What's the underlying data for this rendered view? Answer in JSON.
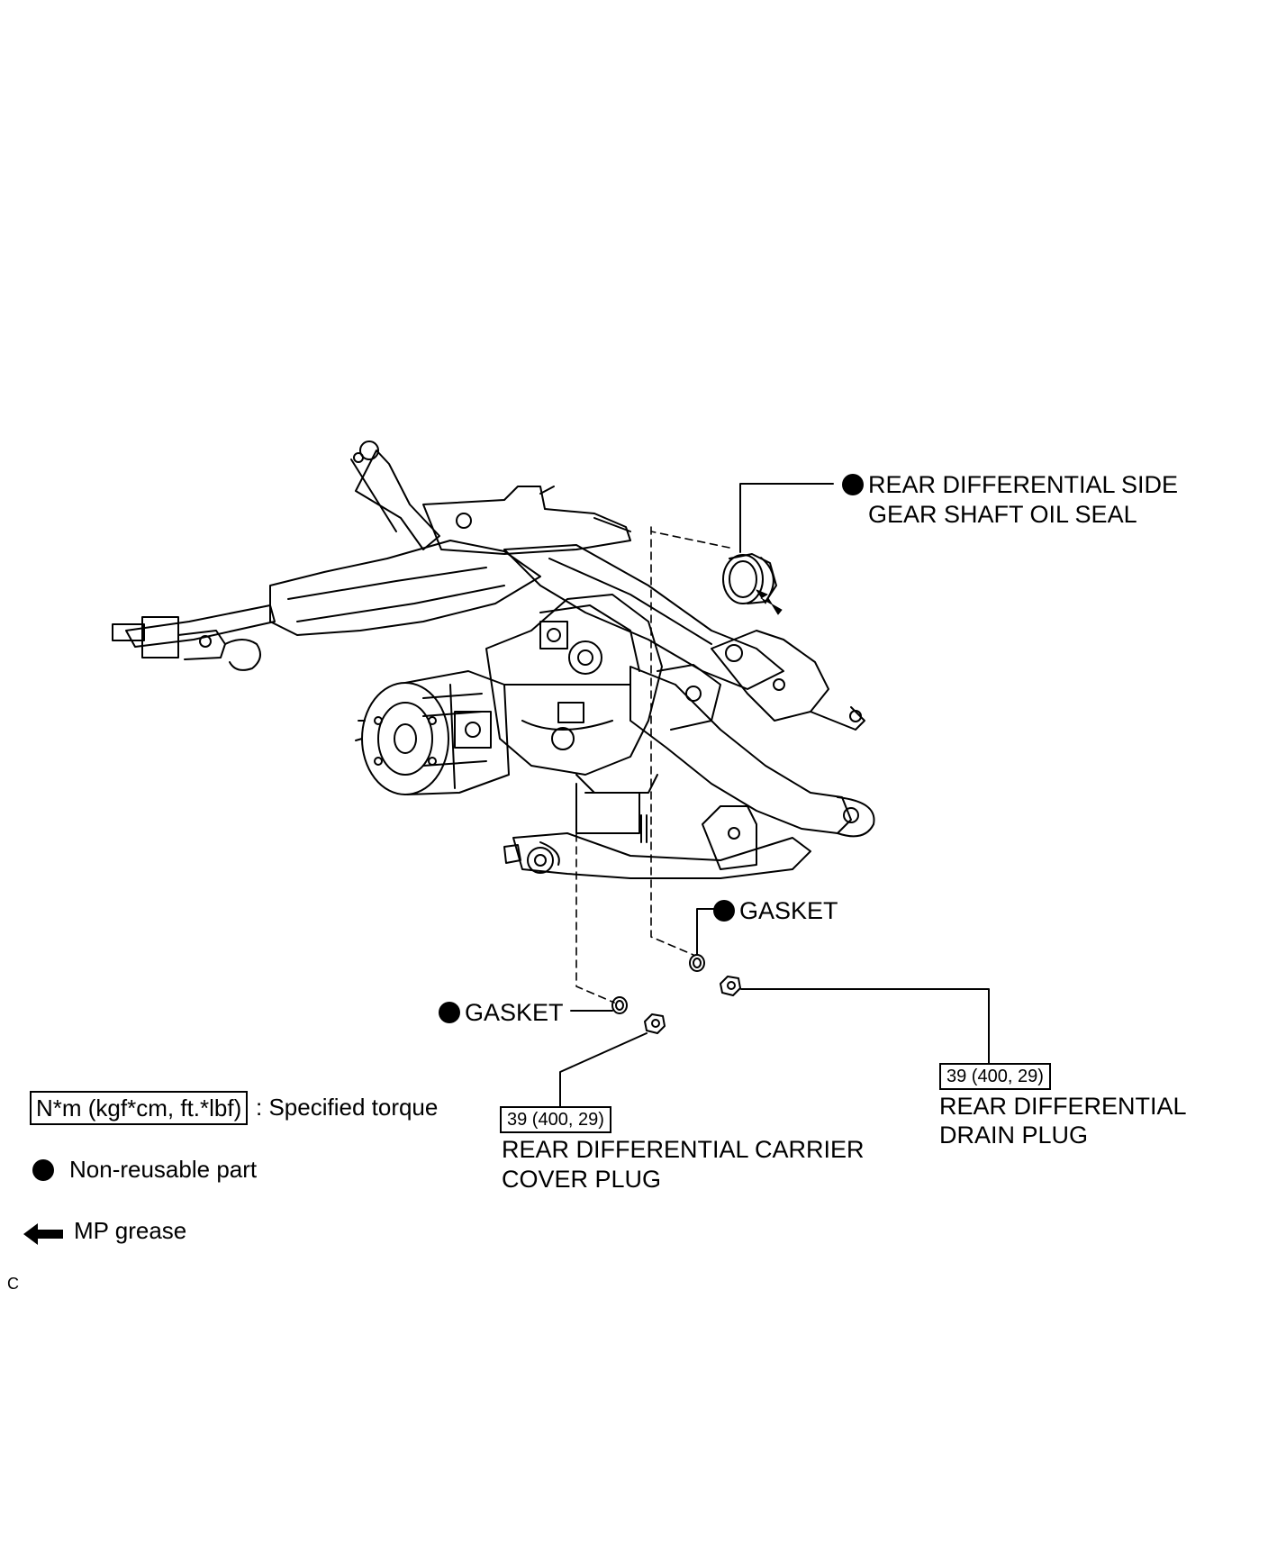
{
  "callouts": {
    "oil_seal": {
      "line1": "REAR DIFFERENTIAL SIDE",
      "line2": "GEAR SHAFT OIL SEAL"
    },
    "gasket_upper": "GASKET",
    "gasket_lower": "GASKET",
    "drain_plug": {
      "torque": "39 (400, 29)",
      "line1": "REAR DIFFERENTIAL",
      "line2": "DRAIN PLUG"
    },
    "carrier_plug": {
      "torque": "39 (400, 29)",
      "line1": "REAR DIFFERENTIAL CARRIER",
      "line2": "COVER PLUG"
    }
  },
  "legend": {
    "torque_box": "N*m (kgf*cm, ft.*lbf)",
    "torque_text": ": Specified torque",
    "non_reusable": "Non-reusable part",
    "mp_grease": "MP grease"
  },
  "corner_mark": "C",
  "icons": [
    "non-reusable-dot-icon",
    "grease-arrow-icon",
    "oil-seal-icon",
    "gasket-icon",
    "plug-icon"
  ]
}
